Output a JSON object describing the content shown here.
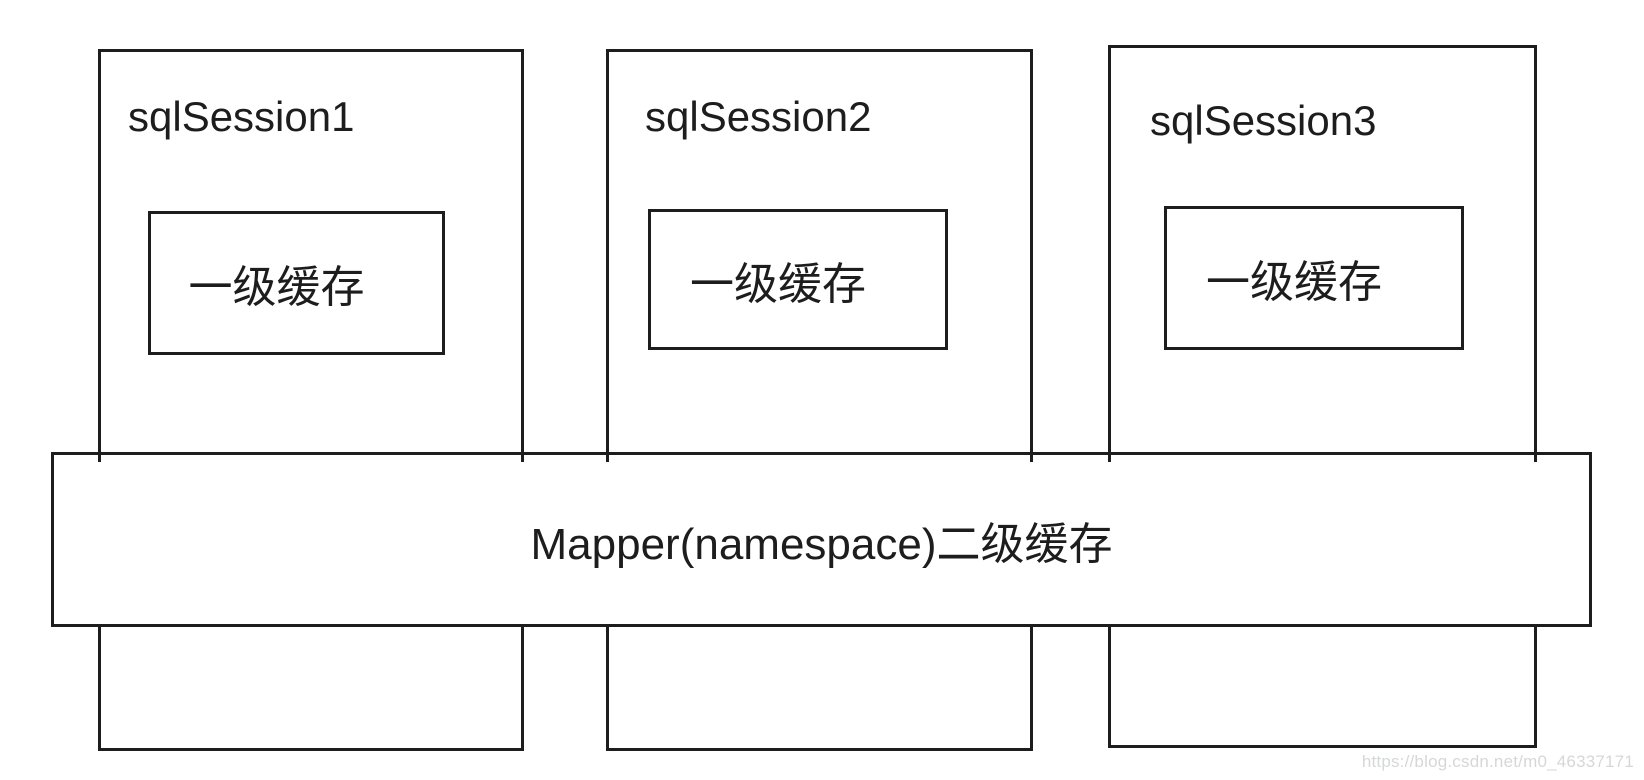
{
  "sessions": [
    {
      "name": "sqlSession1",
      "cache": "一级缓存"
    },
    {
      "name": "sqlSession2",
      "cache": "一级缓存"
    },
    {
      "name": "sqlSession3",
      "cache": "一级缓存"
    }
  ],
  "shared_cache": {
    "label": "Mapper(namespace)二级缓存"
  },
  "watermark": {
    "text": "https://blog.csdn.net/m0_46337171"
  },
  "colors": {
    "line": "#1d1d1d",
    "background": "#ffffff",
    "watermark": "#d6d7d7"
  }
}
